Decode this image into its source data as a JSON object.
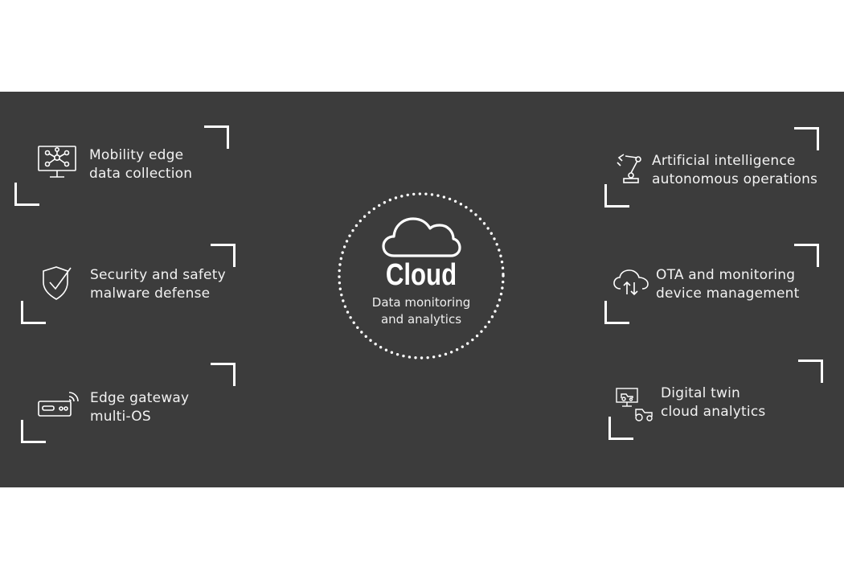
{
  "hub": {
    "title": "Cloud",
    "subtitle_line1": "Data monitoring",
    "subtitle_line2": "and analytics",
    "icon": "cloud-icon"
  },
  "cards": [
    {
      "line1": "Mobility edge",
      "line2": "data collection",
      "icon": "monitor-network-icon"
    },
    {
      "line1": "Security and safety",
      "line2": "malware defense",
      "icon": "shield-check-icon"
    },
    {
      "line1": "Edge gateway",
      "line2": "multi-OS",
      "icon": "gateway-device-icon"
    },
    {
      "line1": "Artificial intelligence",
      "line2": "autonomous operations",
      "icon": "robot-arm-icon"
    },
    {
      "line1": "OTA and monitoring",
      "line2": "device management",
      "icon": "cloud-sync-icon"
    },
    {
      "line1": "Digital twin",
      "line2": "cloud analytics",
      "icon": "tractor-twin-icon"
    }
  ],
  "colors": {
    "panel": "#3c3c3c",
    "foreground": "#ffffff",
    "page": "#ffffff"
  }
}
